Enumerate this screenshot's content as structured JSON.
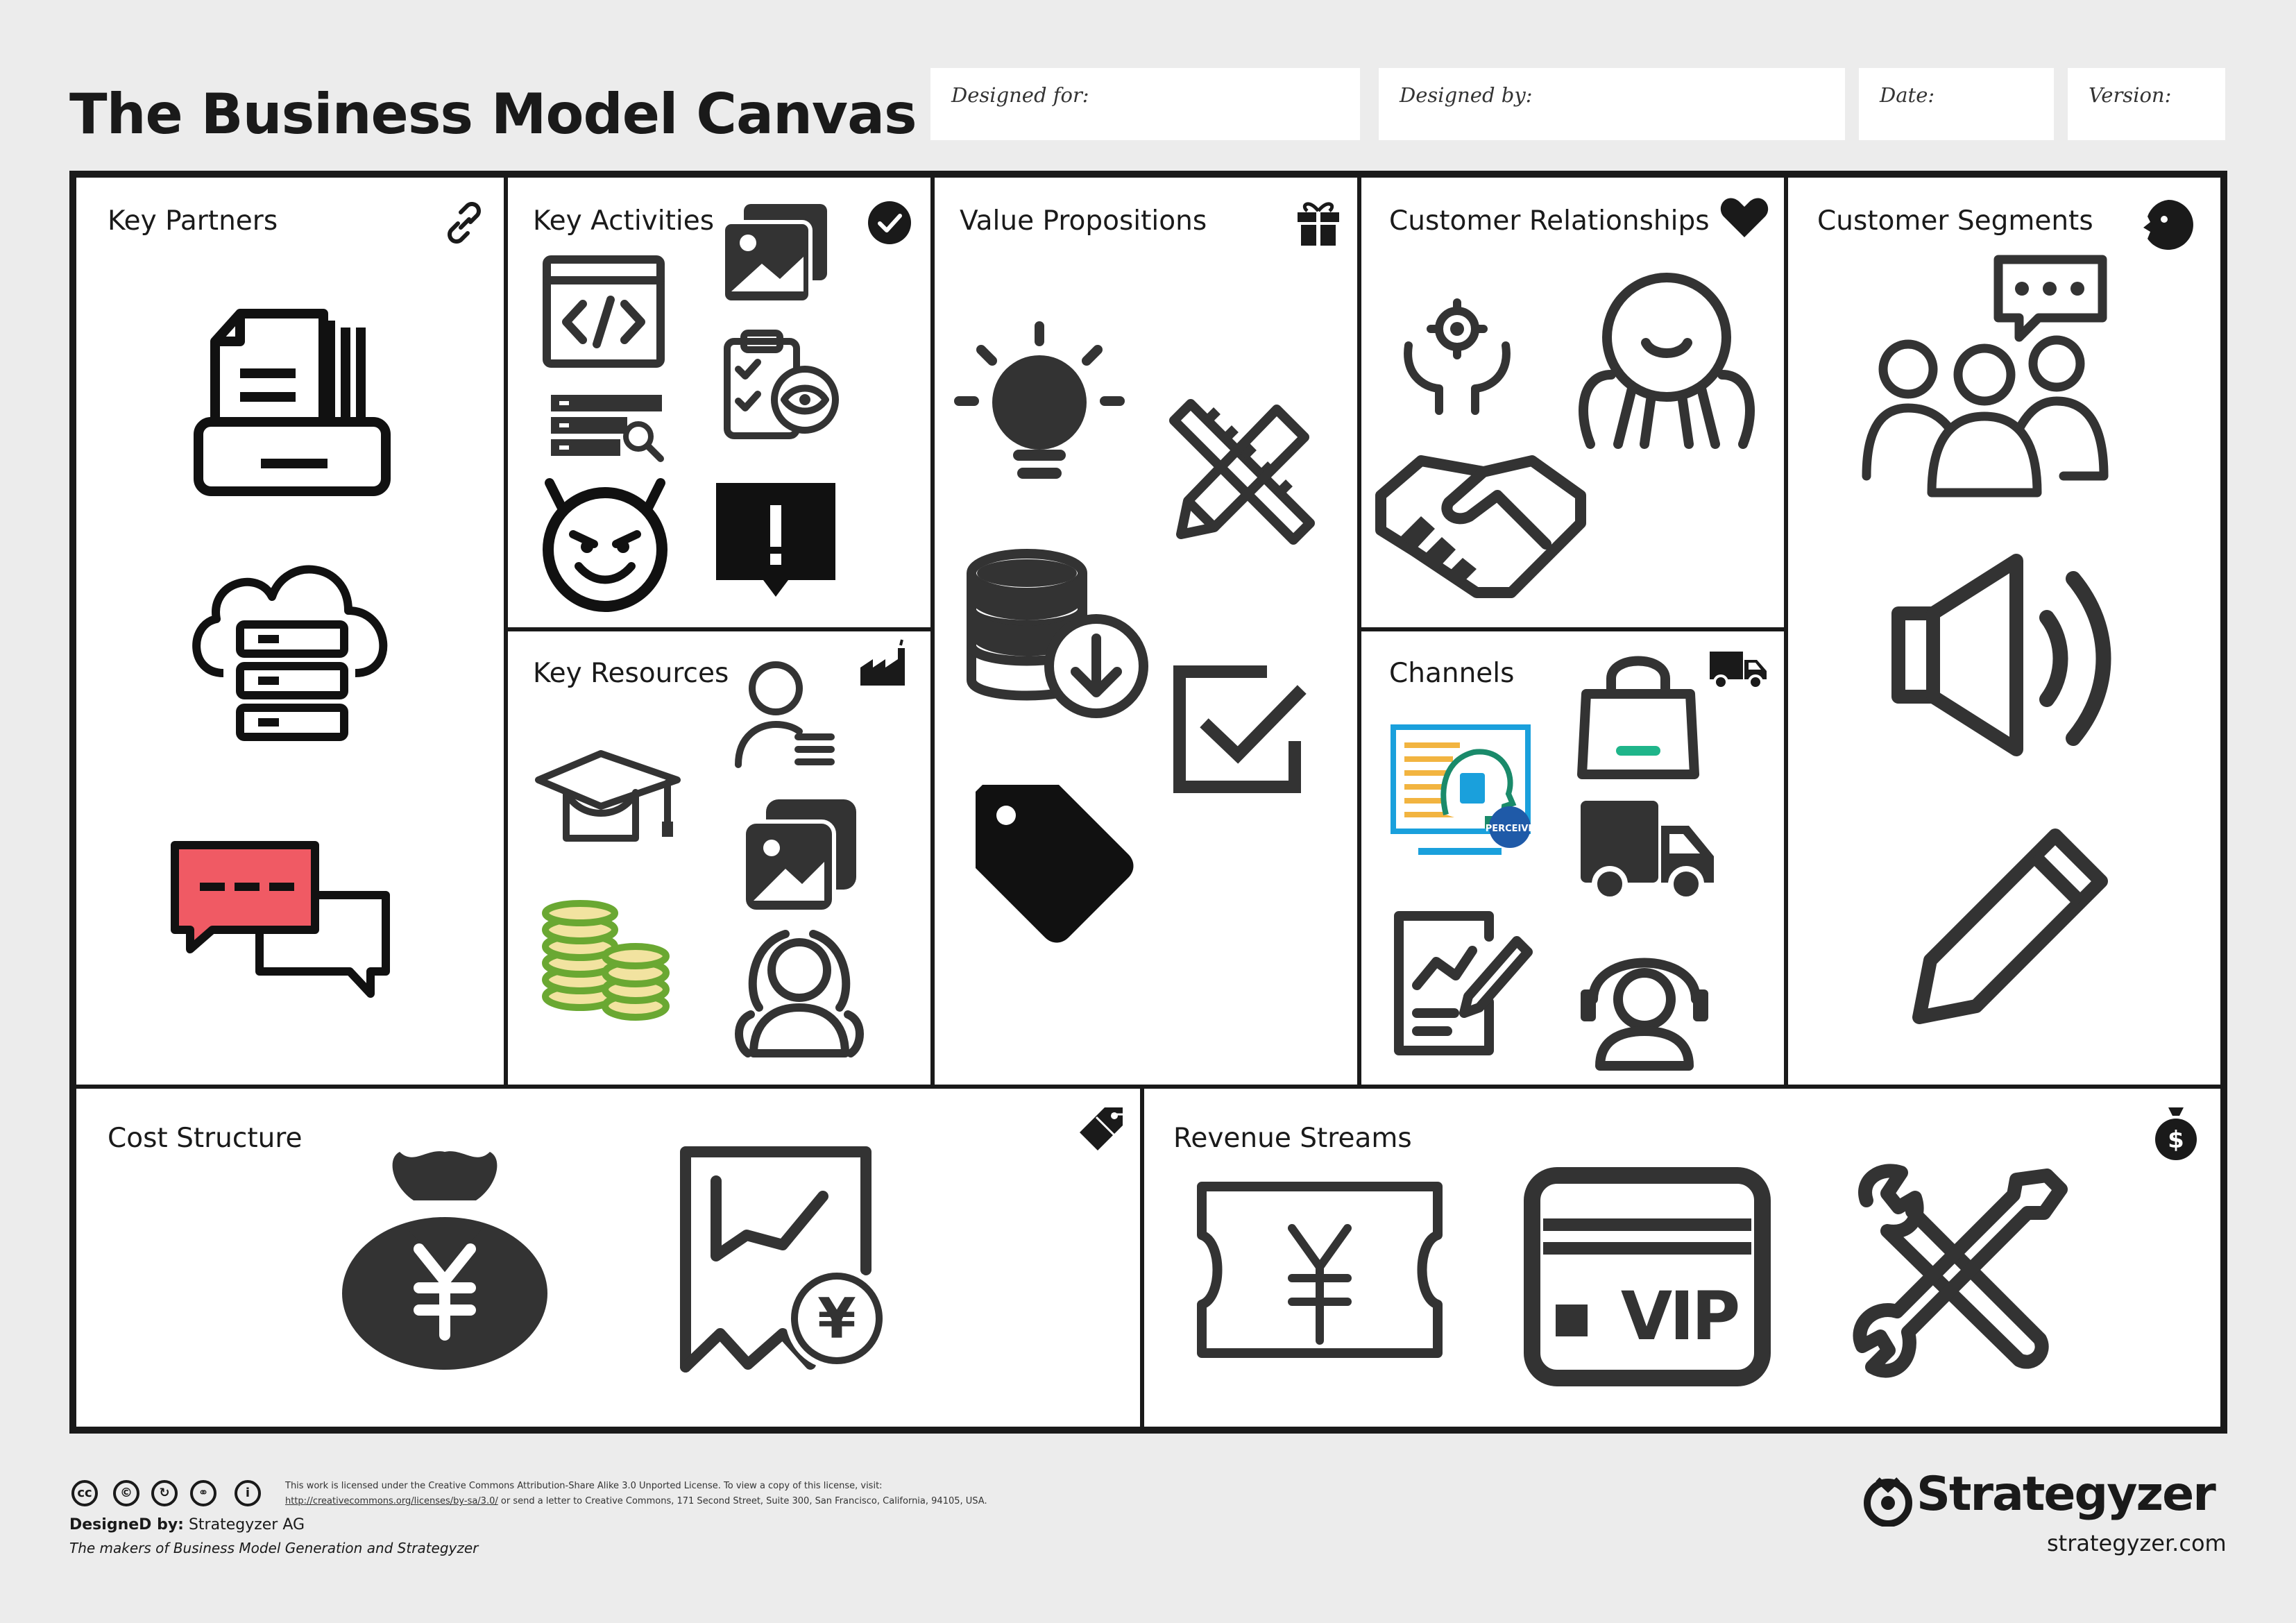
{
  "header": {
    "title": "The Business Model Canvas",
    "designed_for_label": "Designed for:",
    "designed_by_label": "Designed by:",
    "date_label": "Date:",
    "version_label": "Version:"
  },
  "blocks": {
    "key_partners": "Key Partners",
    "key_activities": "Key Activities",
    "key_resources": "Key Resources",
    "value_propositions": "Value Propositions",
    "customer_relationships": "Customer Relationships",
    "channels": "Channels",
    "customer_segments": "Customer Segments",
    "cost_structure": "Cost Structure",
    "revenue_streams": "Revenue Streams"
  },
  "block_icons": {
    "key_partners": "link-icon",
    "key_activities": "checkmark-icon",
    "key_resources": "factory-icon",
    "value_propositions": "gift-icon",
    "customer_relationships": "heart-icon",
    "channels": "delivery-truck-icon",
    "customer_segments": "face-icon",
    "cost_structure": "price-tag-icon",
    "revenue_streams": "money-bag-icon"
  },
  "icons": {
    "key_partners": [
      "printer-document-icon",
      "cloud-server-icon",
      "chat-bubbles-icon"
    ],
    "key_activities": [
      "code-window-icon",
      "image-gallery-icon",
      "list-search-icon",
      "clipboard-eye-icon",
      "devil-face-icon",
      "alert-message-icon"
    ],
    "key_resources": [
      "user-list-icon",
      "graduation-cap-icon",
      "image-gallery-icon",
      "coin-stack-icon",
      "user-group-icon"
    ],
    "value_propositions": [
      "lightbulb-icon",
      "ruler-pencil-icon",
      "database-download-icon",
      "checkbox-icon",
      "price-tag-icon"
    ],
    "customer_relationships": [
      "hands-gear-icon",
      "happy-user-icon",
      "handshake-icon"
    ],
    "channels": [
      "monitor-head-icon",
      "shopping-bag-icon",
      "truck-icon",
      "report-chart-icon",
      "support-agent-icon"
    ],
    "customer_segments": [
      "people-chat-icon",
      "speaker-icon",
      "pencil-icon"
    ],
    "cost_structure": [
      "yen-money-bag-icon",
      "chart-receipt-yen-icon"
    ],
    "revenue_streams": [
      "yen-ticket-icon",
      "vip-card-icon",
      "tools-icon"
    ]
  },
  "icon_badge_text": {
    "perceive": "PERCEIVE",
    "yen": "¥",
    "vip": "VIP",
    "dollar": "$"
  },
  "footer": {
    "license_line1": "This work is licensed under the Creative Commons Attribution-Share Alike 3.0 Unported License. To view a copy of this license, visit:",
    "license_link": "http://creativecommons.org/licenses/by-sa/3.0/",
    "license_line2": " or send a letter to Creative Commons, 171 Second Street, Suite 300, San Francisco, California, 94105, USA.",
    "designed_by_label": "DesigneD by:",
    "designed_by_value": " Strategyzer AG",
    "tagline": "The makers of Business Model Generation and Strategyzer",
    "brand": "Strategyzer",
    "brand_url": "strategyzer.com",
    "cc_icons": [
      "cc",
      "©",
      "↻",
      "⚭",
      "i"
    ]
  },
  "colors": {
    "ink": "#1a1a1a",
    "background": "#ececec",
    "chat_red": "#f05a64",
    "coin_green": "#6aa832",
    "coin_yellow": "#f2e3a0",
    "monitor_blue": "#1aa0dc",
    "bag_green": "#1fb58a"
  }
}
